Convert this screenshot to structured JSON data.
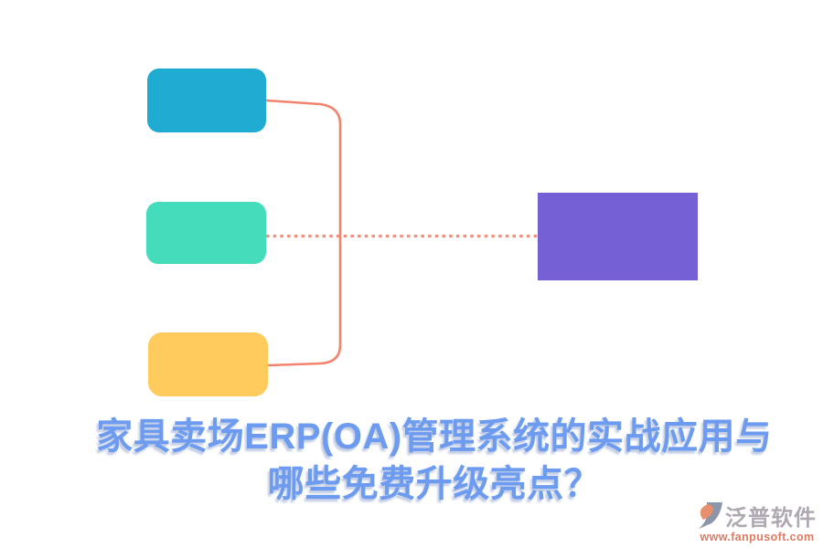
{
  "canvas": {
    "background_color": "#ffffff"
  },
  "diagram": {
    "nodes": [
      {
        "id": "top-left-box",
        "color": "#20ABD3",
        "shape": "rounded-rectangle"
      },
      {
        "id": "middle-left-box",
        "color": "#45DCBC",
        "shape": "rounded-rectangle"
      },
      {
        "id": "bottom-left-box",
        "color": "#FFCB5C",
        "shape": "rounded-rectangle"
      },
      {
        "id": "right-box",
        "color": "#7560D6",
        "shape": "rectangle"
      }
    ],
    "connectors": {
      "solid_color": "#F2836D",
      "dotted_color": "#F2907C",
      "solid_style": "curved elbow joining top and bottom left boxes",
      "dotted_style": "horizontal dotted line from middle left box to right box"
    }
  },
  "title": {
    "line1": "家具卖场ERP(OA)管理系统的实战应用与",
    "line2": "哪些免费升级亮点？",
    "color": "#6D9BF0"
  },
  "watermark": {
    "brand_name": "泛普软件",
    "brand_name_color": "#AFA8B2",
    "url": "www.fanpusoft.com",
    "url_color": "#DF7A62",
    "icon_slate_color": "#8D95A8",
    "icon_orange_color": "#E8906E"
  }
}
